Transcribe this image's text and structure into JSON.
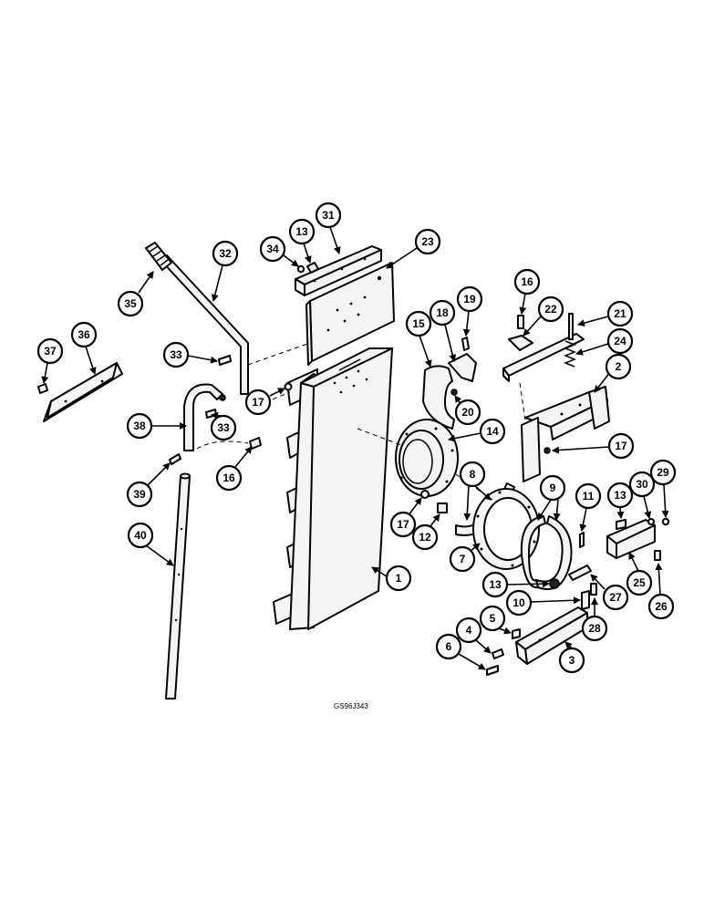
{
  "drawing_code": "GS96J343",
  "callouts": [
    {
      "id": "c31",
      "label": "31"
    },
    {
      "id": "c13a",
      "label": "13"
    },
    {
      "id": "c34",
      "label": "34"
    },
    {
      "id": "c23",
      "label": "23"
    },
    {
      "id": "c32",
      "label": "32"
    },
    {
      "id": "c35",
      "label": "35"
    },
    {
      "id": "c36",
      "label": "36"
    },
    {
      "id": "c37",
      "label": "37"
    },
    {
      "id": "c33a",
      "label": "33"
    },
    {
      "id": "c33b",
      "label": "33"
    },
    {
      "id": "c17a",
      "label": "17"
    },
    {
      "id": "c38",
      "label": "38"
    },
    {
      "id": "c39",
      "label": "39"
    },
    {
      "id": "c16a",
      "label": "16"
    },
    {
      "id": "c40",
      "label": "40"
    },
    {
      "id": "c15",
      "label": "15"
    },
    {
      "id": "c18",
      "label": "18"
    },
    {
      "id": "c19",
      "label": "19"
    },
    {
      "id": "c20",
      "label": "20"
    },
    {
      "id": "c14",
      "label": "14"
    },
    {
      "id": "c16b",
      "label": "16"
    },
    {
      "id": "c22",
      "label": "22"
    },
    {
      "id": "c21",
      "label": "21"
    },
    {
      "id": "c24",
      "label": "24"
    },
    {
      "id": "c2",
      "label": "2"
    },
    {
      "id": "c17b",
      "label": "17"
    },
    {
      "id": "c8",
      "label": "8"
    },
    {
      "id": "c9",
      "label": "9"
    },
    {
      "id": "c17c",
      "label": "17"
    },
    {
      "id": "c12",
      "label": "12"
    },
    {
      "id": "c7",
      "label": "7"
    },
    {
      "id": "c11",
      "label": "11"
    },
    {
      "id": "c13b",
      "label": "13"
    },
    {
      "id": "c30",
      "label": "30"
    },
    {
      "id": "c29",
      "label": "29"
    },
    {
      "id": "c1",
      "label": "1"
    },
    {
      "id": "c13c",
      "label": "13"
    },
    {
      "id": "c10",
      "label": "10"
    },
    {
      "id": "c25",
      "label": "25"
    },
    {
      "id": "c27",
      "label": "27"
    },
    {
      "id": "c26",
      "label": "26"
    },
    {
      "id": "c5",
      "label": "5"
    },
    {
      "id": "c28",
      "label": "28"
    },
    {
      "id": "c4",
      "label": "4"
    },
    {
      "id": "c6",
      "label": "6"
    },
    {
      "id": "c3",
      "label": "3"
    }
  ]
}
